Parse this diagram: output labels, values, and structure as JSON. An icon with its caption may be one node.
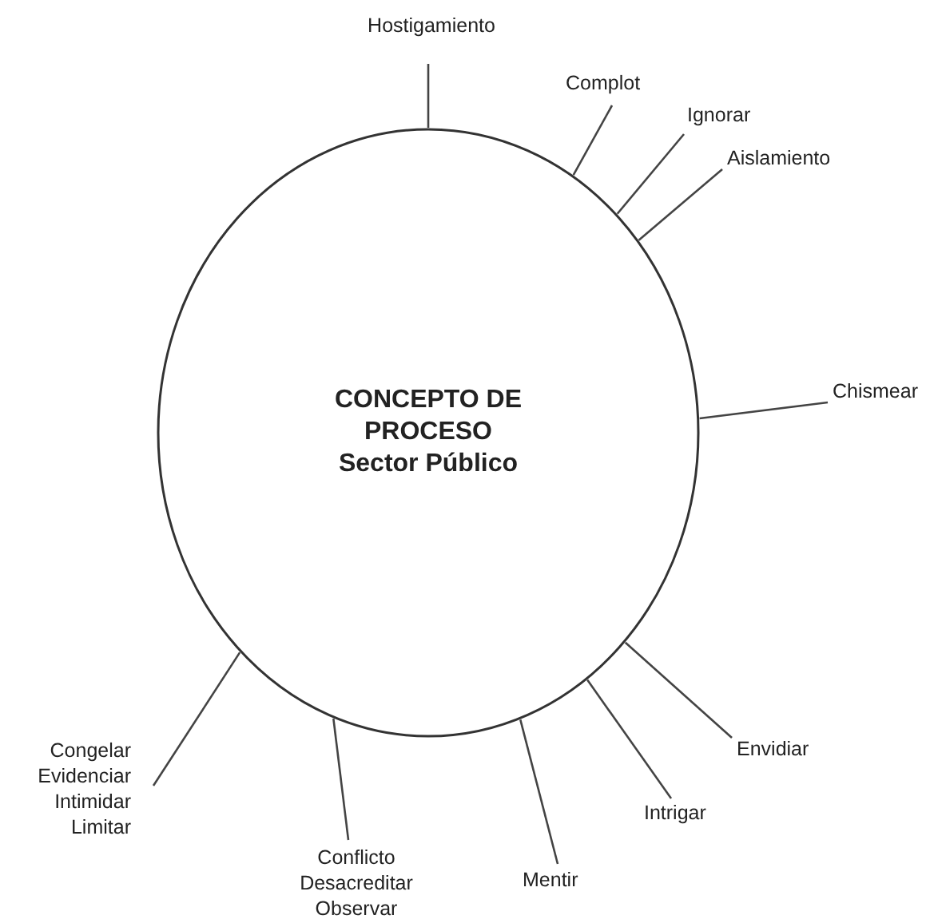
{
  "diagram": {
    "nodes": [
      {
        "text": [
          "CONCEPTO DE PROCESO",
          "Sector Público"
        ]
      },
      {
        "text": [
          "Hostigamiento"
        ]
      },
      {
        "text": [
          "Complot"
        ]
      },
      {
        "text": [
          "Ignorar"
        ]
      },
      {
        "text": [
          "Aislamiento"
        ]
      },
      {
        "text": [
          "Chismear"
        ]
      },
      {
        "text": [
          "Envidiar"
        ]
      },
      {
        "text": [
          "Intrigar"
        ]
      },
      {
        "text": [
          "Mentir"
        ]
      },
      {
        "text": [
          "Conflicto",
          "Desacreditar",
          "Observar"
        ]
      },
      {
        "text": [
          "Congelar",
          "Evidenciar",
          "Intimidar",
          "Limitar"
        ]
      }
    ],
    "edges": [
      {
        "from": 1,
        "to": 0,
        "arrow": "none"
      },
      {
        "from": 2,
        "to": 0,
        "arrow": "none"
      },
      {
        "from": 3,
        "to": 0,
        "arrow": "none"
      },
      {
        "from": 4,
        "to": 0,
        "arrow": "none"
      },
      {
        "from": 5,
        "to": 0,
        "arrow": "none"
      },
      {
        "from": 6,
        "to": 0,
        "arrow": "none"
      },
      {
        "from": 7,
        "to": 0,
        "arrow": "none"
      },
      {
        "from": 8,
        "to": 0,
        "arrow": "none"
      },
      {
        "from": 9,
        "to": 0,
        "arrow": "none"
      },
      {
        "from": 10,
        "to": 0,
        "arrow": "none"
      }
    ]
  }
}
